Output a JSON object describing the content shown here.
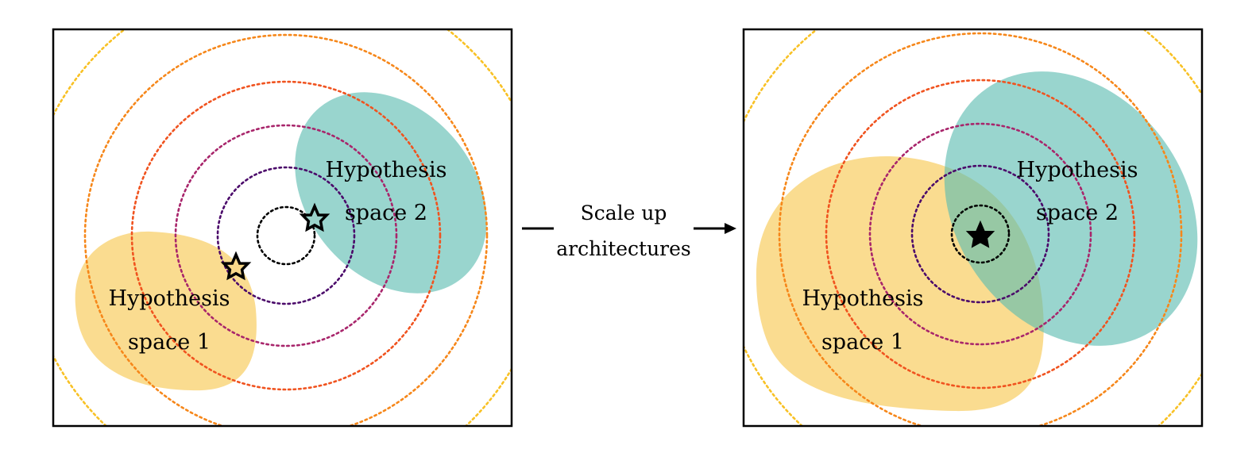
{
  "left_panel": {
    "space1_label": [
      "Hypothesis",
      "space 1"
    ],
    "space2_label": [
      "Hypothesis",
      "space 2"
    ]
  },
  "right_panel": {
    "space1_label": [
      "Hypothesis",
      "space 1"
    ],
    "space2_label": [
      "Hypothesis",
      "space 2"
    ]
  },
  "arrow": {
    "line1": "Scale up",
    "line2": "architectures"
  },
  "colors": {
    "space1": "#f7c955",
    "space2": "#5bbcb0",
    "rings": [
      "#000000",
      "#4b0a6a",
      "#a8256b",
      "#f0531f",
      "#f6871a",
      "#f8c125"
    ]
  }
}
